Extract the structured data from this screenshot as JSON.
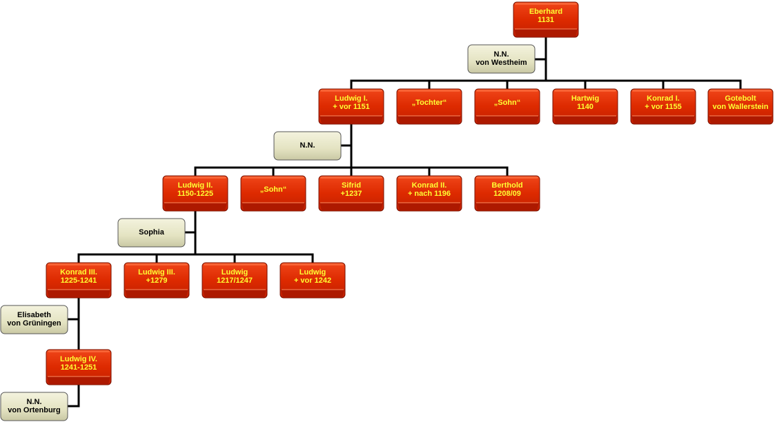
{
  "colors": {
    "person_fill": "#dd2a00",
    "person_top": "#ff6a3a",
    "person_bottom": "#a81800",
    "person_text": "#ffff33",
    "spouse_fill": "#e4e3c2",
    "spouse_border": "#555555",
    "line": "#000000"
  },
  "people": {
    "eberhard": {
      "name": "Eberhard",
      "dates": "1131"
    },
    "ludwig1": {
      "name": "Ludwig I.",
      "dates": "+ vor 1151"
    },
    "tochter": {
      "name": "„Tochter“",
      "dates": ""
    },
    "sohn1": {
      "name": "„Sohn“",
      "dates": ""
    },
    "hartwig": {
      "name": "Hartwig",
      "dates": "1140"
    },
    "konrad1": {
      "name": "Konrad I.",
      "dates": "+ vor 1155"
    },
    "gotebolt": {
      "name": "Gotebolt",
      "dates": "von Wallerstein"
    },
    "ludwig2": {
      "name": "Ludwig II.",
      "dates": "1150-1225"
    },
    "sohn2": {
      "name": "„Sohn“",
      "dates": ""
    },
    "sifrid": {
      "name": "Sifrid",
      "dates": "+1237"
    },
    "konrad2": {
      "name": "Konrad II.",
      "dates": "+ nach 1196"
    },
    "berthold": {
      "name": "Berthold",
      "dates": "1208/09"
    },
    "konrad3": {
      "name": "Konrad III.",
      "dates": "1225-1241"
    },
    "ludwig3": {
      "name": "Ludwig III.",
      "dates": "+1279"
    },
    "ludwig_a": {
      "name": "Ludwig",
      "dates": "1217/1247"
    },
    "ludwig_b": {
      "name": "Ludwig",
      "dates": "+ vor 1242"
    },
    "ludwig4": {
      "name": "Ludwig IV.",
      "dates": "1241-1251"
    }
  },
  "spouses": {
    "westheim": {
      "line1": "N.N.",
      "line2": "von Westheim"
    },
    "nn": {
      "line1": "N.N.",
      "line2": ""
    },
    "sophia": {
      "line1": "Sophia",
      "line2": ""
    },
    "elisabeth": {
      "line1": "Elisabeth",
      "line2": "von Grüningen"
    },
    "ortenburg": {
      "line1": "N.N.",
      "line2": "von Ortenburg"
    }
  }
}
